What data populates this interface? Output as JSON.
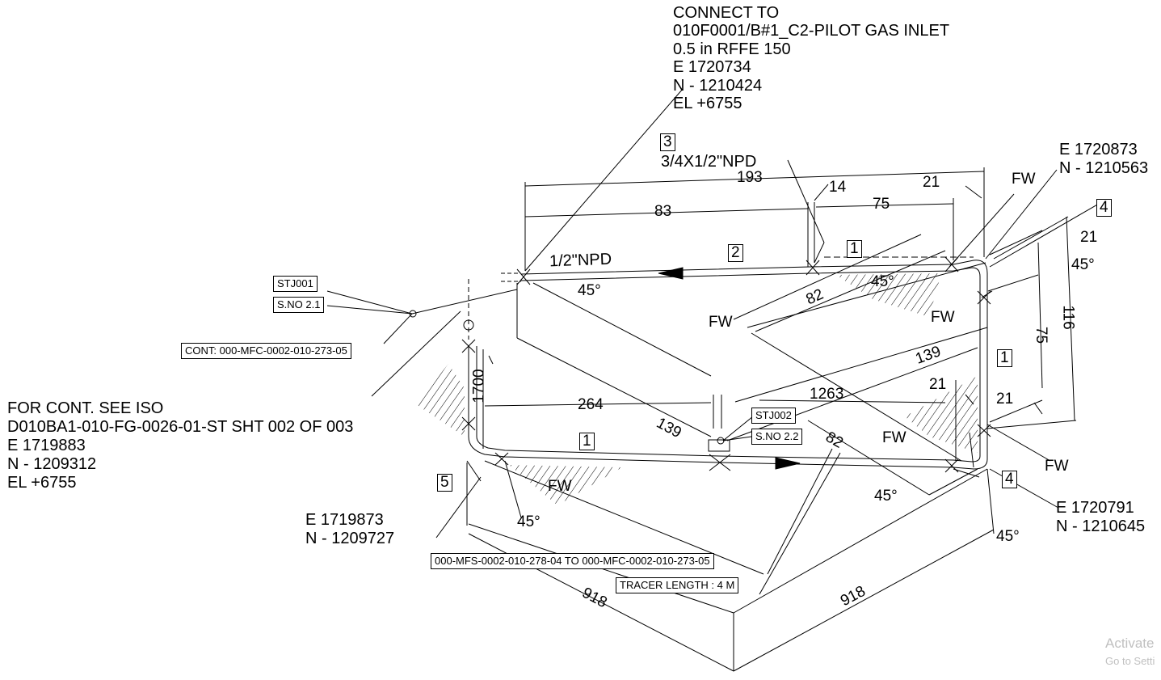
{
  "top_note": {
    "lines": [
      "CONNECT TO",
      "010F0001/B#1_C2-PILOT GAS INLET",
      "0.5 in RFFE 150",
      "E 1720734",
      "N - 1210424",
      "EL +6755"
    ]
  },
  "left_note": {
    "lines": [
      "FOR CONT. SEE ISO",
      "D010BA1-010-FG-0026-01-ST SHT 002 OF 003",
      "E 1719883",
      "N - 1209312",
      "EL +6755"
    ]
  },
  "coord_top_right": {
    "e": "E 1720873",
    "n": "N - 1210563"
  },
  "coord_bottom_right": {
    "e": "E 1720791",
    "n": "N - 1210645"
  },
  "coord_bottom_left": {
    "e": "E 1719873",
    "n": "N - 1209727"
  },
  "tags": {
    "t3": "3",
    "t2": "2",
    "t1a": "1",
    "t1b": "1",
    "t1c": "1",
    "t4a": "4",
    "t4b": "4",
    "t5": "5"
  },
  "npd": {
    "reducer": "3/4X1/2\"NPD",
    "half": "1/2\"NPD"
  },
  "boxes": {
    "stj001": "STJ001",
    "sno21": "S.NO 2.1",
    "cont": "CONT: 000-MFC-0002-010-273-05",
    "stj002": "STJ002",
    "sno22": "S.NO 2.2",
    "mfs": "000-MFS-0002-010-278-04 TO 000-MFC-0002-010-273-05",
    "tracer": "TRACER LENGTH : 4 M"
  },
  "dims": {
    "d193": "193",
    "d83": "83",
    "d14": "14",
    "d75a": "75",
    "d21a": "21",
    "d21b": "21",
    "d45a": "45°",
    "d116": "116",
    "d75b": "75",
    "d82a": "82",
    "d45b": "45°",
    "d45c": "45°",
    "d139a": "139",
    "d1263": "1263",
    "d21c": "21",
    "d21d": "21",
    "d264": "264",
    "d1700": "1700",
    "d139b": "139",
    "d82b": "82",
    "d45d": "45°",
    "d45e": "45°",
    "d45f": "45°",
    "d918a": "918",
    "d918b": "918"
  },
  "fw": {
    "a": "FW",
    "b": "FW",
    "c": "FW",
    "d": "FW",
    "e": "FW",
    "f": "FW"
  },
  "watermark": {
    "l1": "Activate",
    "l2": "Go to Setti"
  }
}
